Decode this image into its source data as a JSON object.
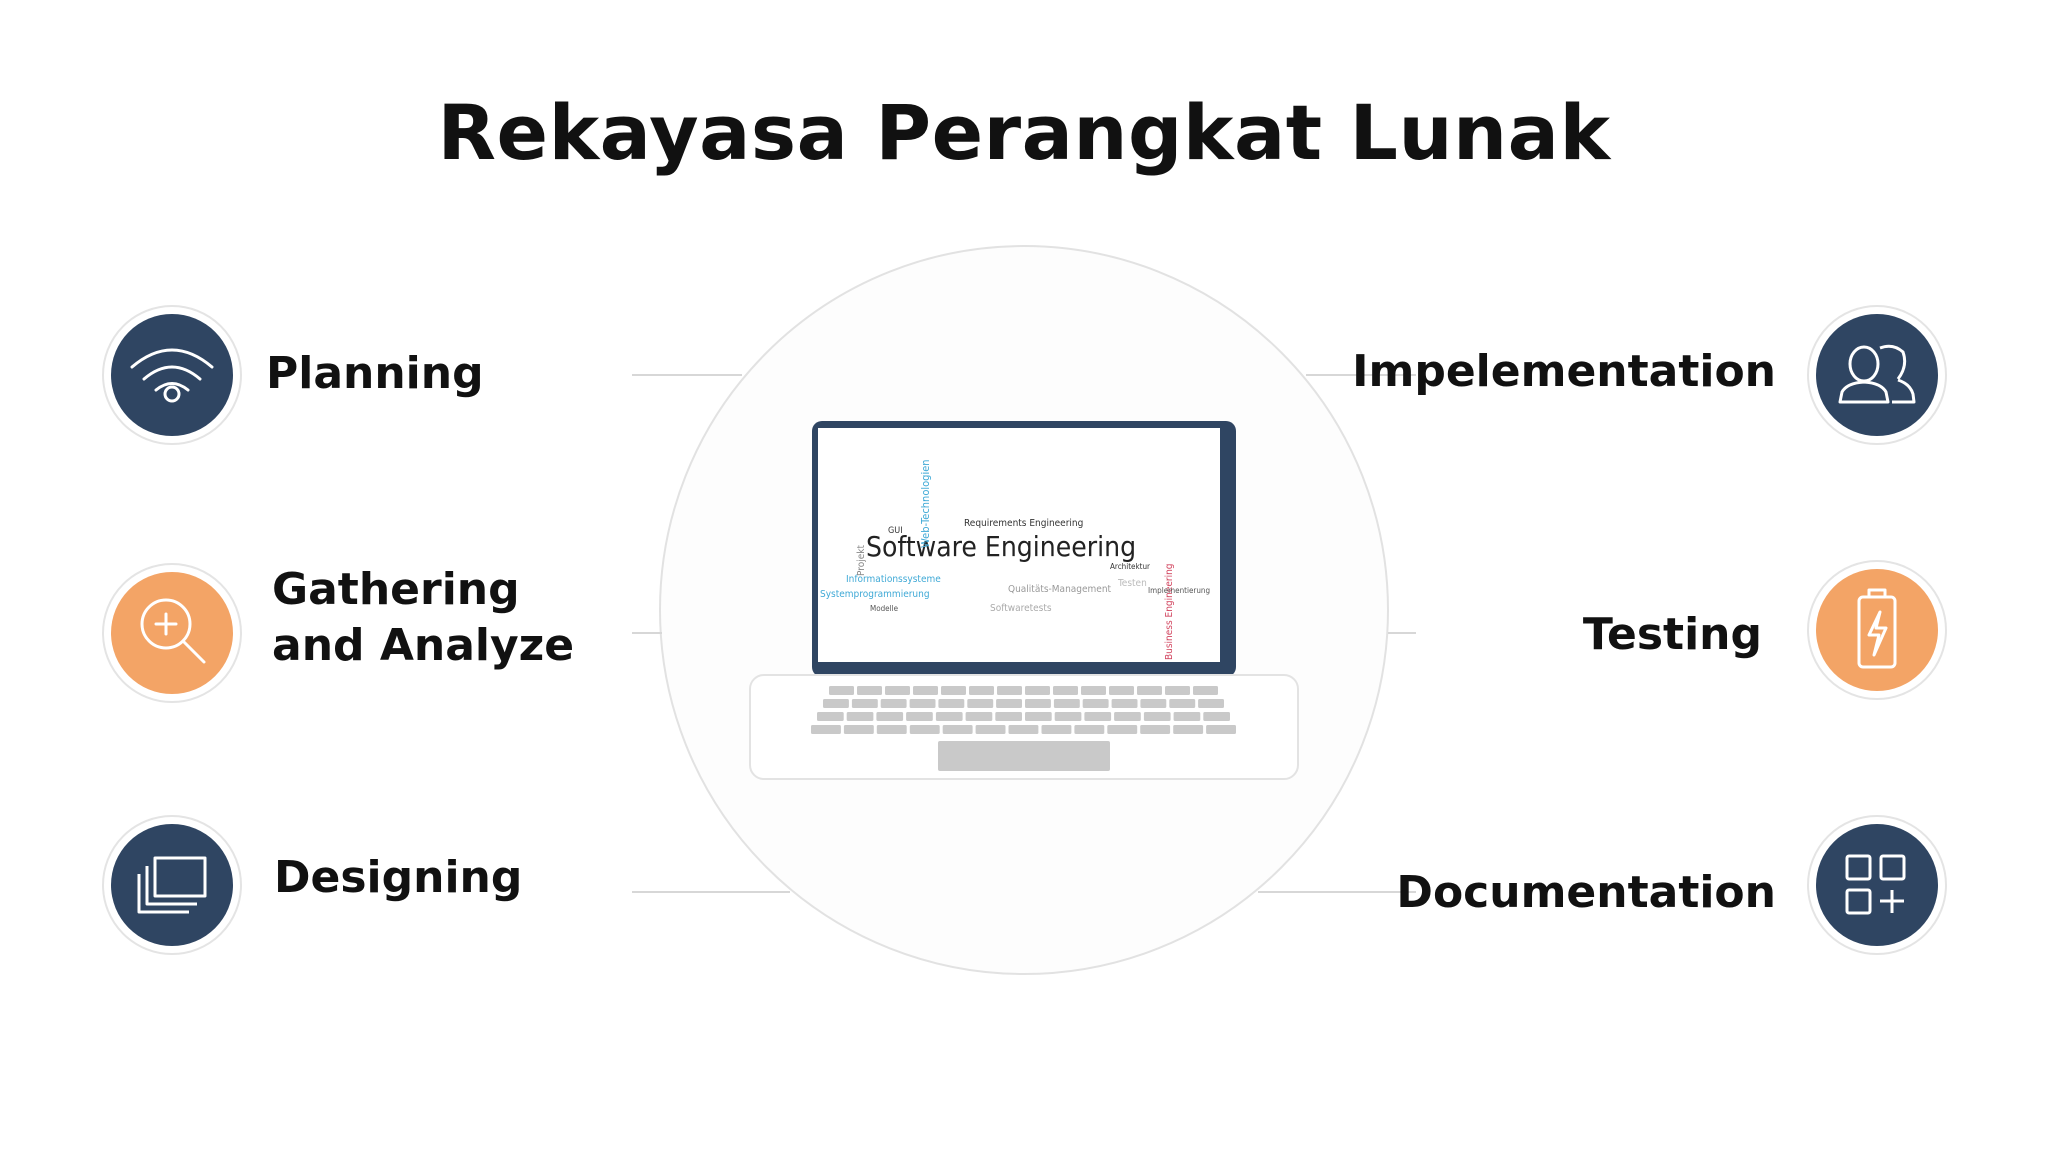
{
  "title": "Rekayasa Perangkat Lunak",
  "colors": {
    "navy": "#2f4562",
    "orange": "#f3a466",
    "line": "#d7d7d7",
    "ring": "#e4e4e4",
    "keys": "#c9c9c9"
  },
  "steps_left": [
    {
      "label": "Planning",
      "icon": "wifi-icon",
      "color": "navy"
    },
    {
      "label": "Gathering and Analyze",
      "icon": "search-plus-icon",
      "color": "orange"
    },
    {
      "label": "Designing",
      "icon": "stacked-windows-icon",
      "color": "navy"
    }
  ],
  "steps_right": [
    {
      "label": "Impelementation",
      "icon": "users-icon",
      "color": "navy"
    },
    {
      "label": "Testing",
      "icon": "battery-charge-icon",
      "color": "orange"
    },
    {
      "label": "Documentation",
      "icon": "grid-add-icon",
      "color": "navy"
    }
  ],
  "laptop": {
    "word_cloud": {
      "main": "Software Engineering",
      "words": [
        "GUI",
        "Web-Technologien",
        "Requirements Engineering",
        "Qualitäts-Management",
        "Softwaretests",
        "Business Engineering",
        "Systemprogrammierung",
        "Informationssysteme",
        "Testen",
        "Architektur",
        "Projekt",
        "Modelle",
        "Implementierung"
      ]
    }
  }
}
